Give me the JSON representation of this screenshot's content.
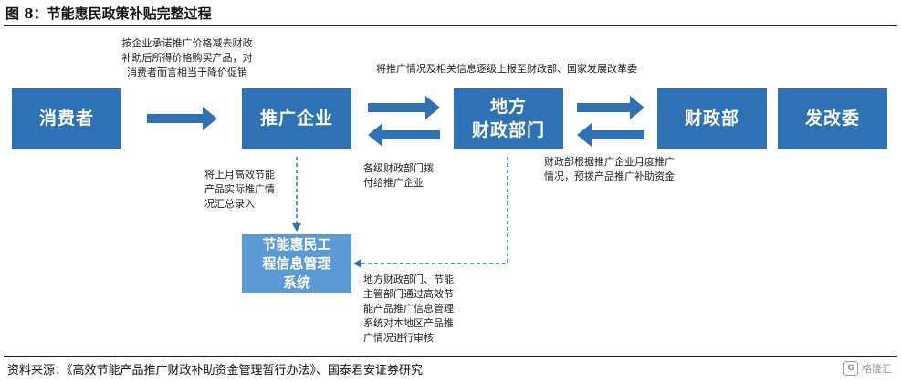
{
  "figure": {
    "title": "图 8：节能惠民政策补贴完整过程"
  },
  "nodes": {
    "consumer": "消费者",
    "enterprise": "推广企业",
    "local_finance": "地方\n财政部门",
    "mof": "财政部",
    "ndrc": "发改委",
    "system": "节能惠民工\n程信息管理\n系统"
  },
  "notes": {
    "enterprise_to_consumer": "按企业承诺推广价格减去财政\n补助后所得价格购买产品，对\n消费者而言相当于降价促销",
    "report_to_mof": "将推广情况及相关信息逐级上报至财政部、国家发展改革委",
    "local_pays": "各级财政部门拨\n付给推广企业",
    "mof_prefunds": "财政部根据推广企业月度推广\n情况，预拨产品推广补助资金",
    "enterprise_records": "将上月高效节能\n产品实际推广情\n况汇总录入",
    "audit": "地方财政部门、节能\n主管部门通过高效节\n能产品推广信息管理\n系统对本地区产品推\n广情况进行审核"
  },
  "source": "资料来源：《高效节能产品推广财政补助资金管理暂行办法》、国泰君安证券研究",
  "watermark": {
    "logo": "G",
    "text": "格隆汇"
  },
  "colors": {
    "box": "#2e72b5",
    "system_box": "#5b9bd5",
    "arrow": "#2e72b5"
  }
}
